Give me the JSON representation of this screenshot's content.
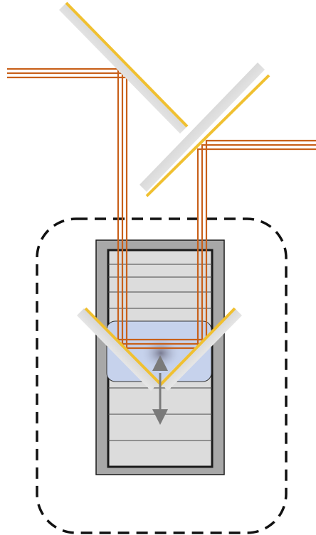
{
  "colors": {
    "beam": "#c8601a",
    "mirror_edge": "#f0c030",
    "mirror_body_light": "#ffffff",
    "mirror_body_dark": "#8e8e8e",
    "stage_outer": "#a8a8a8",
    "stage_inner": "#dcdcdc",
    "stage_border": "#1a1a1a",
    "carriage": "#c6d2ec",
    "arrow": "#7a7a7a",
    "enclosure": "#111111"
  },
  "components": {
    "top_mirror": {
      "type": "flat-mirror",
      "orientation": "45-degree"
    },
    "middle_mirror": {
      "type": "flat-mirror",
      "orientation": "-45-degree"
    },
    "roof_mirror": {
      "type": "v-shaped-retroreflector-mirror"
    },
    "translation_stage": {
      "type": "linear-translation-stage"
    },
    "motion_arrow": {
      "type": "double-headed-arrow",
      "direction": "vertical"
    },
    "enclosure": {
      "type": "dashed-rounded-box"
    }
  }
}
